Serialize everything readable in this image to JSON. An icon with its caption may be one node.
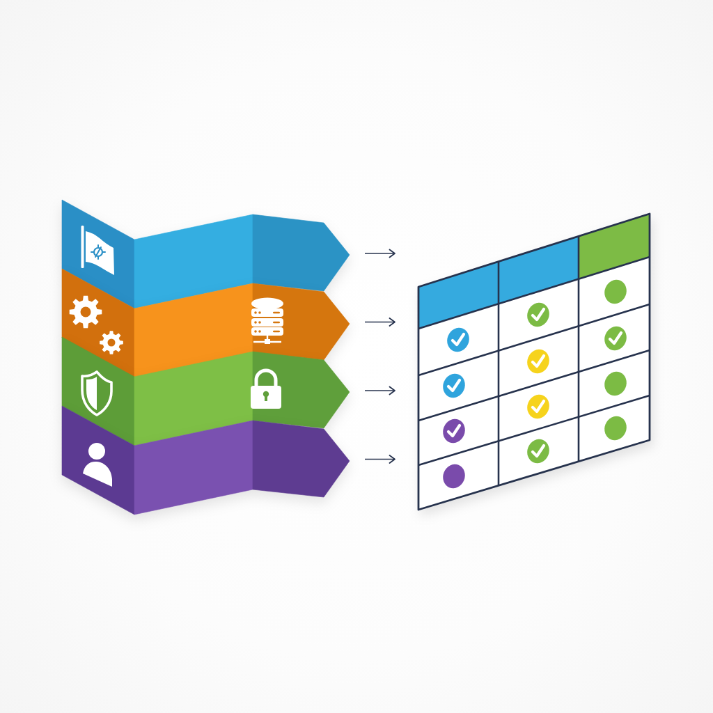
{
  "diagram": {
    "nodes": [
      {
        "text": [],
        "shape": "band"
      },
      {
        "text": [],
        "shape": "band"
      },
      {
        "text": [],
        "shape": "band"
      },
      {
        "text": [],
        "shape": "band"
      },
      {
        "text": [],
        "shape": "table"
      }
    ],
    "edges": [
      {
        "from": 0,
        "to": 4,
        "arrow": "to"
      },
      {
        "from": 1,
        "to": 4,
        "arrow": "to"
      },
      {
        "from": 2,
        "to": 4,
        "arrow": "to"
      },
      {
        "from": 3,
        "to": 4,
        "arrow": "to"
      }
    ]
  }
}
